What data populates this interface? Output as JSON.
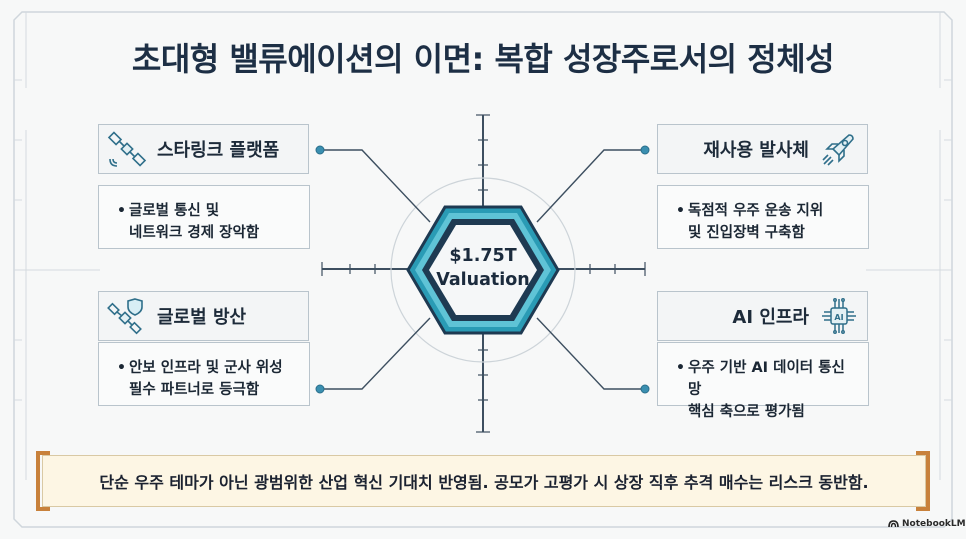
{
  "title": "초대형 밸류에이션의 이면: 복합 성장주로서의 정체성",
  "center": {
    "line1": "$1.75T",
    "line2": "Valuation"
  },
  "cards": [
    {
      "id": "starlink",
      "title": "스타링크 플랫폼",
      "icon": "satellite-icon",
      "lines": [
        "글로벌 통신 및",
        "네트워크 경제 장악함"
      ]
    },
    {
      "id": "reusable",
      "title": "재사용 발사체",
      "icon": "rocket-icon",
      "lines": [
        "독점적 우주 운송 지위",
        "및 진입장벽 구축함"
      ]
    },
    {
      "id": "defense",
      "title": "글로벌 방산",
      "icon": "defense-satellite-icon",
      "lines": [
        "안보 인프라 및 군사 위성",
        "필수 파트너로 등극함"
      ]
    },
    {
      "id": "ai",
      "title": "AI 인프라",
      "icon": "ai-chip-icon",
      "lines": [
        "우주 기반 AI 데이터 통신망",
        "핵심 축으로 평가됨"
      ]
    }
  ],
  "banner": "단순 우주 테마가 아닌 광범위한 산업 혁신 기대치 반영됨. 공모가 고평가 시 상장 직후 추격 매수는 리스크 동반함.",
  "brand": "NotebookLM",
  "colors": {
    "title": "#1d2f45",
    "accent_teal": "#2a8fa6",
    "hex_dark": "#1e3a52",
    "bracket": "#c8813b",
    "banner_bg": "#fdf6e4"
  }
}
